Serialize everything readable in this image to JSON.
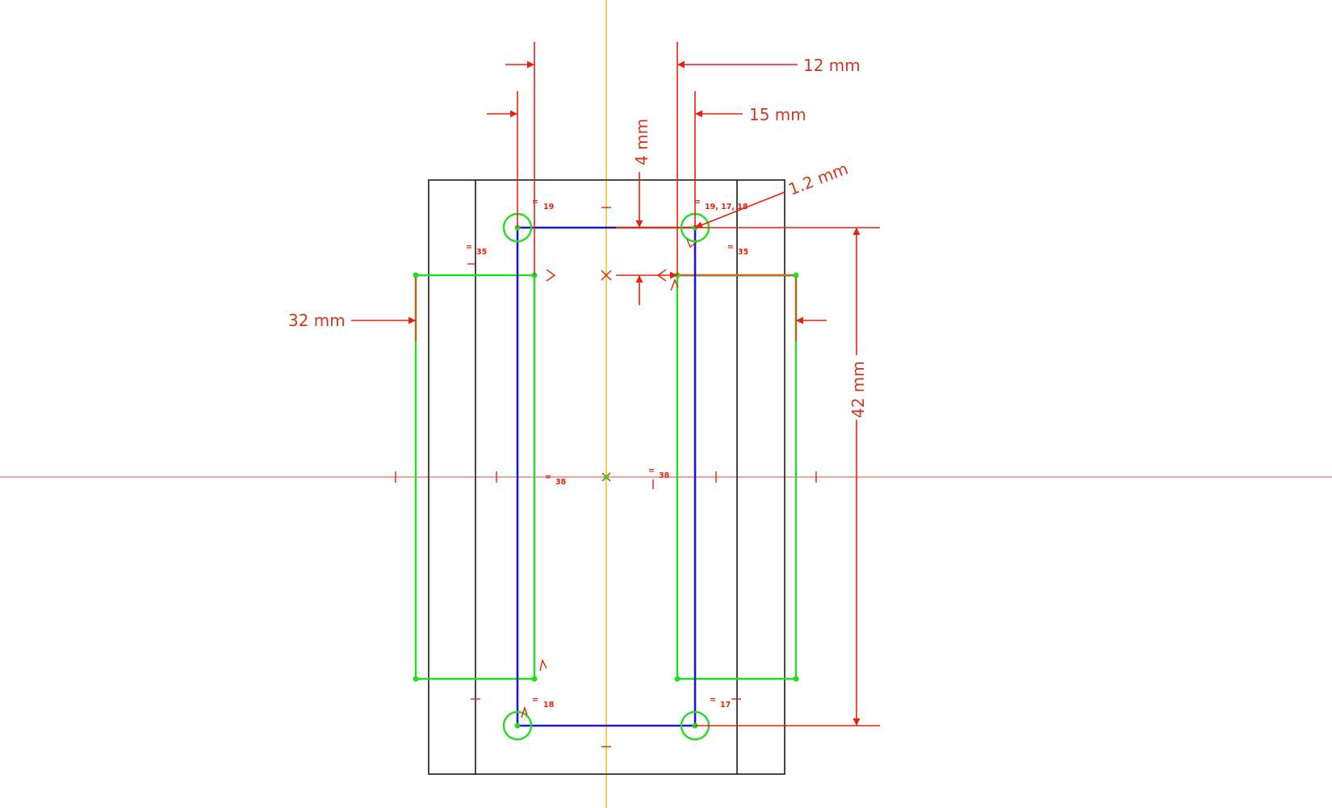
{
  "colors": {
    "background": "#ffffff",
    "axis_vertical": "#f4b400",
    "axis_horizontal": "#d9727a",
    "body_outline": "#1a1a1a",
    "dimension": "#e8220a",
    "dimension_text": "#cc3a1e",
    "constrained_geometry": "#22dd22",
    "construction_geometry": "#1a1acc",
    "constraint_tag": "#e8220a"
  },
  "dimensions": {
    "d_12": "12 mm",
    "d_15": "15 mm",
    "d_4": "4 mm",
    "d_1_2": "1.2 mm",
    "d_32": "32 mm",
    "d_42": "42 mm"
  },
  "constraints": {
    "c19_top_left": "19",
    "c19_17_18_top_right": "19, 17, 18",
    "c35_left": "35",
    "c35_right": "35",
    "c38_left": "38",
    "c38_center": "38",
    "c18_bottom_left": "18",
    "c17_bottom_right": "17"
  }
}
